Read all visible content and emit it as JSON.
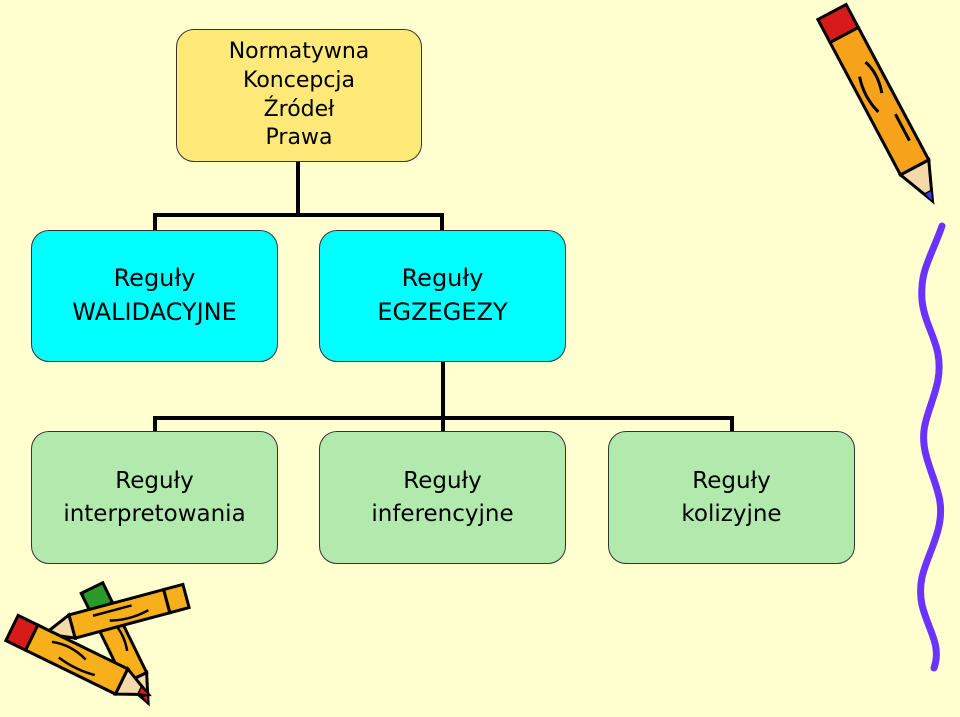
{
  "diagram": {
    "root": {
      "lines": [
        "Normatywna",
        "Koncepcja",
        "Źródeł",
        "Prawa"
      ]
    },
    "level2": [
      {
        "lines": [
          "Reguły",
          "WALIDACYJNE"
        ]
      },
      {
        "lines": [
          "Reguły",
          "EGZEGEZY"
        ]
      }
    ],
    "level3": [
      {
        "lines": [
          "Reguły",
          "interpretowania"
        ]
      },
      {
        "lines": [
          "Reguły",
          "inferencyjne"
        ]
      },
      {
        "lines": [
          "Reguły",
          "kolizyjne"
        ]
      }
    ]
  },
  "colors": {
    "background": "#ffffd0",
    "root_fill": "#ffe978",
    "level2_fill": "#00ffff",
    "level3_fill": "#b2eaae",
    "connector": "#000000",
    "ribbon": "#6a33ff"
  },
  "decorations": [
    "pencil-icon",
    "pencil-icon",
    "pencil-icon",
    "ribbon-squiggle"
  ]
}
